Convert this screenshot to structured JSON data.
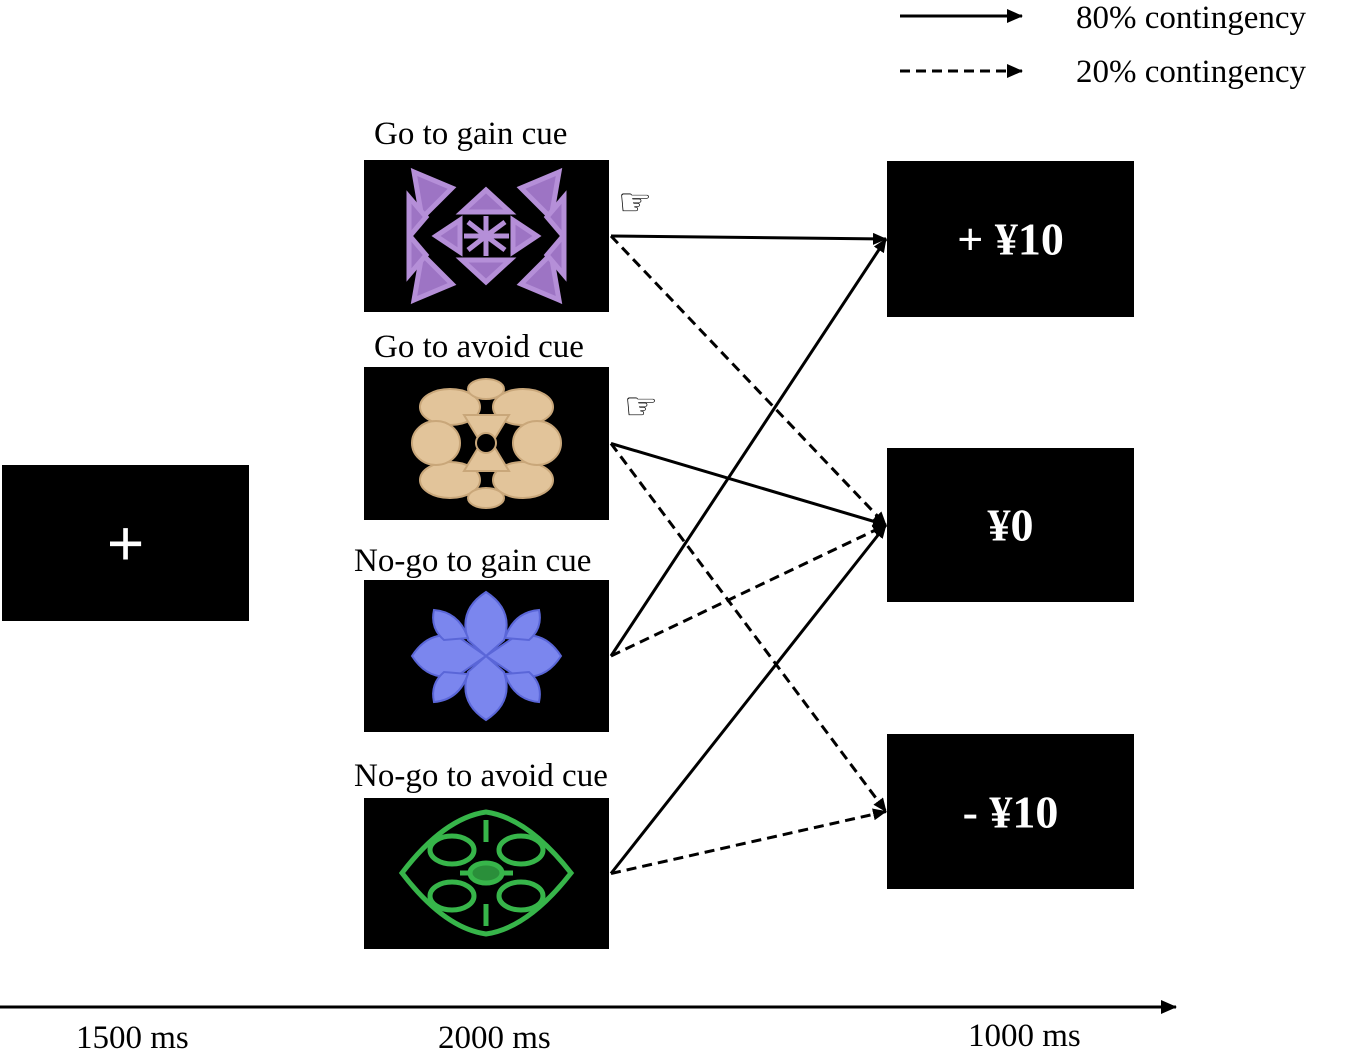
{
  "legend": {
    "solid_label": "80% contingency",
    "dashed_label": "20% contingency"
  },
  "fixation": {
    "symbol": "+"
  },
  "cues": [
    {
      "label": "Go to gain cue",
      "color": "#b58fd8",
      "pattern": "purple-fractal",
      "response_icon": "pointing-hand-icon"
    },
    {
      "label": "Go to avoid cue",
      "color": "#e2c49a",
      "pattern": "beige-fractal",
      "response_icon": "pointing-hand-icon"
    },
    {
      "label": "No-go to gain cue",
      "color": "#7b86ee",
      "pattern": "blue-fractal",
      "response_icon": ""
    },
    {
      "label": "No-go to avoid cue",
      "color": "#37b54a",
      "pattern": "green-fractal",
      "response_icon": ""
    }
  ],
  "outcomes": [
    {
      "label": "+ ¥10"
    },
    {
      "label": "¥0"
    },
    {
      "label": "- ¥10"
    }
  ],
  "links": [
    {
      "cue": 0,
      "outcome": 0,
      "style": "solid"
    },
    {
      "cue": 0,
      "outcome": 1,
      "style": "dashed"
    },
    {
      "cue": 1,
      "outcome": 1,
      "style": "solid"
    },
    {
      "cue": 1,
      "outcome": 2,
      "style": "dashed"
    },
    {
      "cue": 2,
      "outcome": 0,
      "style": "solid"
    },
    {
      "cue": 2,
      "outcome": 1,
      "style": "dashed"
    },
    {
      "cue": 3,
      "outcome": 1,
      "style": "solid"
    },
    {
      "cue": 3,
      "outcome": 2,
      "style": "dashed"
    }
  ],
  "timeline": {
    "fixation_duration": "1500 ms",
    "cue_duration": "2000 ms",
    "outcome_duration": "1000 ms"
  }
}
